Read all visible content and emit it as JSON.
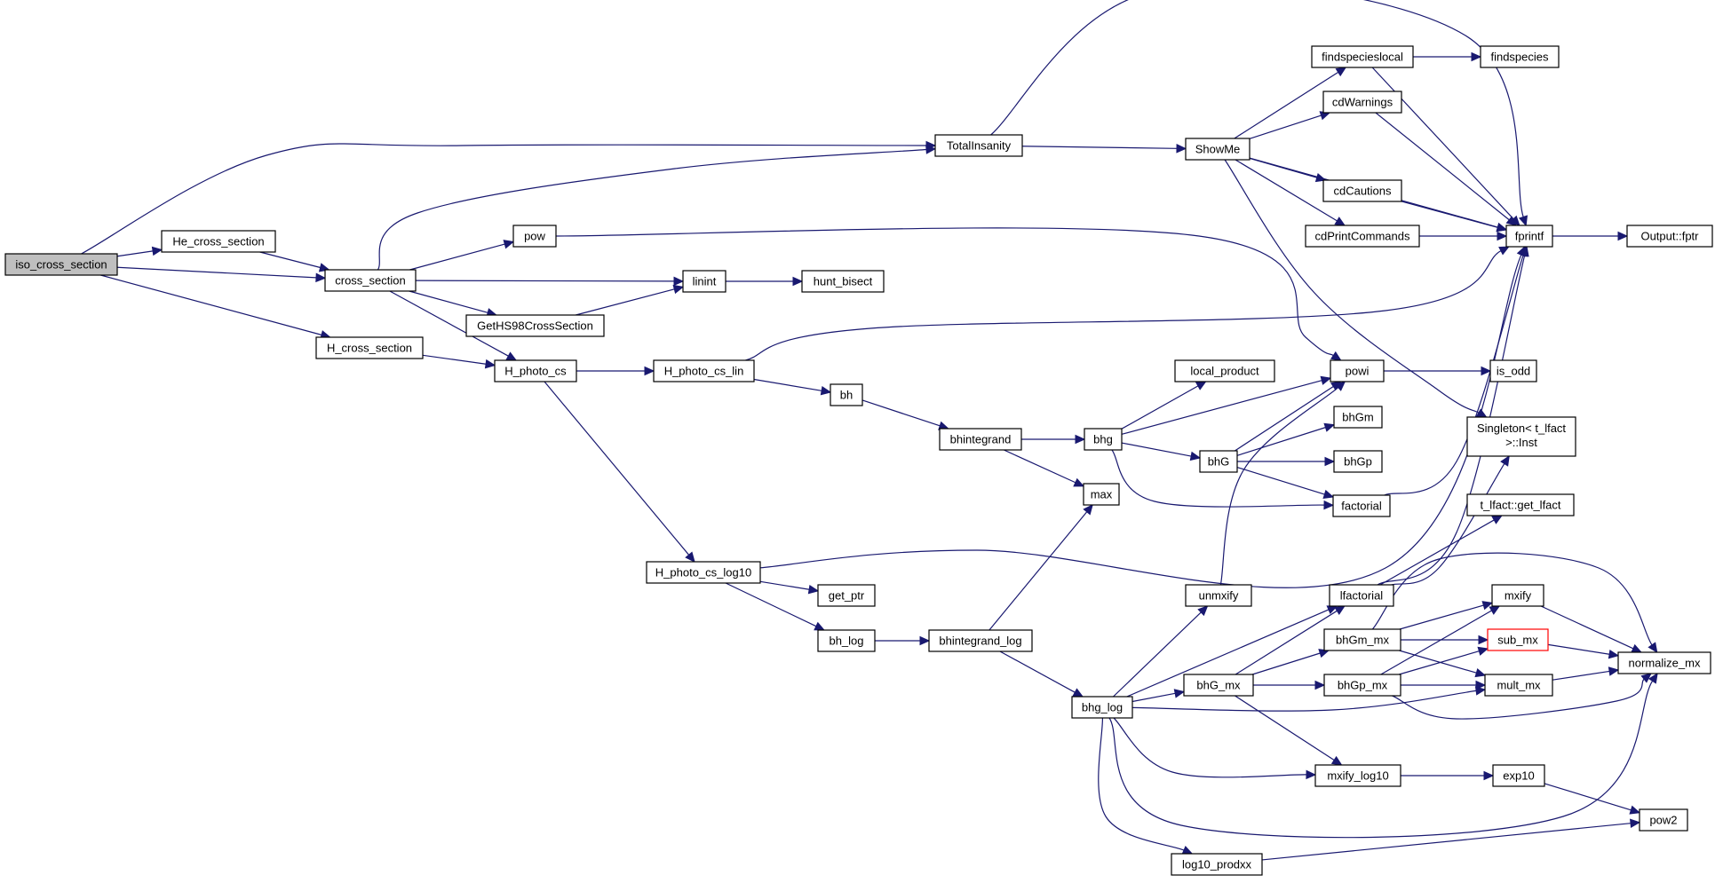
{
  "colors": {
    "edge": "#191970",
    "node_border": "#000000",
    "node_fill": "#ffffff",
    "root_fill": "#bfbfbf",
    "highlight_border": "#ff0000"
  },
  "nodes": [
    {
      "id": "iso_cross_section",
      "label": "iso_cross_section"
    },
    {
      "id": "He_cross_section",
      "label": "He_cross_section"
    },
    {
      "id": "H_cross_section",
      "label": "H_cross_section"
    },
    {
      "id": "cross_section",
      "label": "cross_section"
    },
    {
      "id": "pow",
      "label": "pow"
    },
    {
      "id": "GetHS98CrossSection",
      "label": "GetHS98CrossSection"
    },
    {
      "id": "linint",
      "label": "linint"
    },
    {
      "id": "hunt_bisect",
      "label": "hunt_bisect"
    },
    {
      "id": "H_photo_cs",
      "label": "H_photo_cs"
    },
    {
      "id": "H_photo_cs_lin",
      "label": "H_photo_cs_lin"
    },
    {
      "id": "H_photo_cs_log10",
      "label": "H_photo_cs_log10"
    },
    {
      "id": "bh",
      "label": "bh"
    },
    {
      "id": "bhintegrand",
      "label": "bhintegrand"
    },
    {
      "id": "get_ptr",
      "label": "get_ptr"
    },
    {
      "id": "bh_log",
      "label": "bh_log"
    },
    {
      "id": "bhintegrand_log",
      "label": "bhintegrand_log"
    },
    {
      "id": "TotalInsanity",
      "label": "TotalInsanity"
    },
    {
      "id": "ShowMe",
      "label": "ShowMe"
    },
    {
      "id": "findspecieslocal",
      "label": "findspecieslocal"
    },
    {
      "id": "findspecies",
      "label": "findspecies"
    },
    {
      "id": "cdWarnings",
      "label": "cdWarnings"
    },
    {
      "id": "cdCautions",
      "label": "cdCautions"
    },
    {
      "id": "cdPrintCommands",
      "label": "cdPrintCommands"
    },
    {
      "id": "fprintf",
      "label": "fprintf"
    },
    {
      "id": "Output_fptr",
      "label": "Output::fptr"
    },
    {
      "id": "local_product",
      "label": "local_product"
    },
    {
      "id": "bhg",
      "label": "bhg"
    },
    {
      "id": "powi",
      "label": "powi"
    },
    {
      "id": "is_odd",
      "label": "is_odd"
    },
    {
      "id": "bhG",
      "label": "bhG"
    },
    {
      "id": "bhGm",
      "label": "bhGm"
    },
    {
      "id": "bhGp",
      "label": "bhGp"
    },
    {
      "id": "factorial",
      "label": "factorial"
    },
    {
      "id": "max",
      "label": "max"
    },
    {
      "id": "Singleton",
      "label": "Singleton< t_lfact",
      "label2": ">::Inst"
    },
    {
      "id": "t_lfact_get",
      "label": "t_lfact::get_lfact"
    },
    {
      "id": "unmxify",
      "label": "unmxify"
    },
    {
      "id": "lfactorial",
      "label": "lfactorial"
    },
    {
      "id": "bhGm_mx",
      "label": "bhGm_mx"
    },
    {
      "id": "mxify",
      "label": "mxify"
    },
    {
      "id": "sub_mx",
      "label": "sub_mx"
    },
    {
      "id": "bhG_mx",
      "label": "bhG_mx"
    },
    {
      "id": "bhGp_mx",
      "label": "bhGp_mx"
    },
    {
      "id": "mult_mx",
      "label": "mult_mx"
    },
    {
      "id": "normalize_mx",
      "label": "normalize_mx"
    },
    {
      "id": "bhg_log",
      "label": "bhg_log"
    },
    {
      "id": "mxify_log10",
      "label": "mxify_log10"
    },
    {
      "id": "exp10",
      "label": "exp10"
    },
    {
      "id": "pow2",
      "label": "pow2"
    },
    {
      "id": "log10_prodxx",
      "label": "log10_prodxx"
    }
  ],
  "edges": [
    [
      "iso_cross_section",
      "He_cross_section"
    ],
    [
      "iso_cross_section",
      "cross_section"
    ],
    [
      "iso_cross_section",
      "H_cross_section"
    ],
    [
      "iso_cross_section",
      "TotalInsanity"
    ],
    [
      "He_cross_section",
      "cross_section"
    ],
    [
      "H_cross_section",
      "H_photo_cs"
    ],
    [
      "cross_section",
      "TotalInsanity"
    ],
    [
      "cross_section",
      "pow"
    ],
    [
      "cross_section",
      "linint"
    ],
    [
      "cross_section",
      "GetHS98CrossSection"
    ],
    [
      "cross_section",
      "H_photo_cs"
    ],
    [
      "GetHS98CrossSection",
      "linint"
    ],
    [
      "linint",
      "hunt_bisect"
    ],
    [
      "pow",
      "powi"
    ],
    [
      "H_photo_cs",
      "H_photo_cs_lin"
    ],
    [
      "H_photo_cs",
      "H_photo_cs_log10"
    ],
    [
      "H_photo_cs_lin",
      "bh"
    ],
    [
      "H_photo_cs_lin",
      "fprintf"
    ],
    [
      "bh",
      "bhintegrand"
    ],
    [
      "bhintegrand",
      "bhg"
    ],
    [
      "bhintegrand",
      "max"
    ],
    [
      "H_photo_cs_log10",
      "get_ptr"
    ],
    [
      "H_photo_cs_log10",
      "bh_log"
    ],
    [
      "H_photo_cs_log10",
      "fprintf"
    ],
    [
      "bh_log",
      "bhintegrand_log"
    ],
    [
      "bhintegrand_log",
      "max"
    ],
    [
      "bhintegrand_log",
      "bhg_log"
    ],
    [
      "TotalInsanity",
      "ShowMe"
    ],
    [
      "TotalInsanity",
      "fprintf"
    ],
    [
      "ShowMe",
      "findspecieslocal"
    ],
    [
      "ShowMe",
      "cdWarnings"
    ],
    [
      "ShowMe",
      "cdCautions"
    ],
    [
      "ShowMe",
      "cdPrintCommands"
    ],
    [
      "ShowMe",
      "fprintf"
    ],
    [
      "ShowMe",
      "Singleton"
    ],
    [
      "findspecieslocal",
      "findspecies"
    ],
    [
      "findspecieslocal",
      "fprintf"
    ],
    [
      "cdWarnings",
      "fprintf"
    ],
    [
      "cdCautions",
      "fprintf"
    ],
    [
      "cdPrintCommands",
      "fprintf"
    ],
    [
      "fprintf",
      "Output_fptr"
    ],
    [
      "bhg",
      "local_product"
    ],
    [
      "bhg",
      "powi"
    ],
    [
      "bhg",
      "bhG"
    ],
    [
      "bhg",
      "factorial"
    ],
    [
      "bhG",
      "powi"
    ],
    [
      "bhG",
      "bhGm"
    ],
    [
      "bhG",
      "bhGp"
    ],
    [
      "bhG",
      "factorial"
    ],
    [
      "factorial",
      "fprintf"
    ],
    [
      "powi",
      "is_odd"
    ],
    [
      "unmxify",
      "powi"
    ],
    [
      "lfactorial",
      "fprintf"
    ],
    [
      "lfactorial",
      "Singleton"
    ],
    [
      "lfactorial",
      "t_lfact_get"
    ],
    [
      "bhg_log",
      "unmxify"
    ],
    [
      "bhg_log",
      "lfactorial"
    ],
    [
      "bhg_log",
      "bhG_mx"
    ],
    [
      "bhg_log",
      "mult_mx"
    ],
    [
      "bhg_log",
      "mxify_log10"
    ],
    [
      "bhg_log",
      "normalize_mx"
    ],
    [
      "bhg_log",
      "log10_prodxx"
    ],
    [
      "bhG_mx",
      "lfactorial"
    ],
    [
      "bhG_mx",
      "bhGm_mx"
    ],
    [
      "bhG_mx",
      "bhGp_mx"
    ],
    [
      "bhG_mx",
      "mxify_log10"
    ],
    [
      "bhGm_mx",
      "mxify"
    ],
    [
      "bhGm_mx",
      "sub_mx"
    ],
    [
      "bhGm_mx",
      "mult_mx"
    ],
    [
      "bhGm_mx",
      "normalize_mx"
    ],
    [
      "bhGp_mx",
      "mxify"
    ],
    [
      "bhGp_mx",
      "sub_mx"
    ],
    [
      "bhGp_mx",
      "mult_mx"
    ],
    [
      "bhGp_mx",
      "normalize_mx"
    ],
    [
      "mxify",
      "normalize_mx"
    ],
    [
      "sub_mx",
      "normalize_mx"
    ],
    [
      "mult_mx",
      "normalize_mx"
    ],
    [
      "mxify_log10",
      "exp10"
    ],
    [
      "exp10",
      "pow2"
    ],
    [
      "log10_prodxx",
      "pow2"
    ]
  ]
}
